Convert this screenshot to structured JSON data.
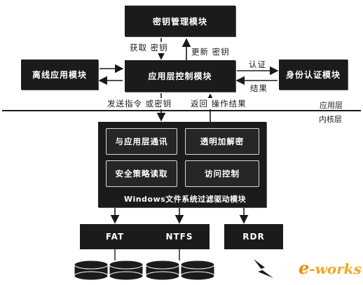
{
  "modules": {
    "key_manage": "密钥管理模块",
    "offline_app": "离线应用模块",
    "app_control": "应用层控制模块",
    "identity_auth": "身份认证模块",
    "comm_app": "与应用层通讯",
    "encrypt_decrypt": "透明加解密",
    "policy_read": "安全策略读取",
    "access_control": "访问控制",
    "filter_driver": "Windows文件系统过滤驱动模块"
  },
  "labels": {
    "get_key": "获取 密钥",
    "update_key": "更新 密钥",
    "auth": "认证",
    "result": "结果",
    "send_cmd": "发送指令 或密钥",
    "return_result": "返回 操作结果"
  },
  "layers": {
    "app_layer": "应用层",
    "kernel_layer": "内核层"
  },
  "filesystems": [
    "FAT",
    "NTFS",
    "RDR"
  ],
  "logo": {
    "e": "e",
    "rest": "-works"
  },
  "colors": {
    "box": "#1b1b1b",
    "logo": "#f5a623"
  }
}
